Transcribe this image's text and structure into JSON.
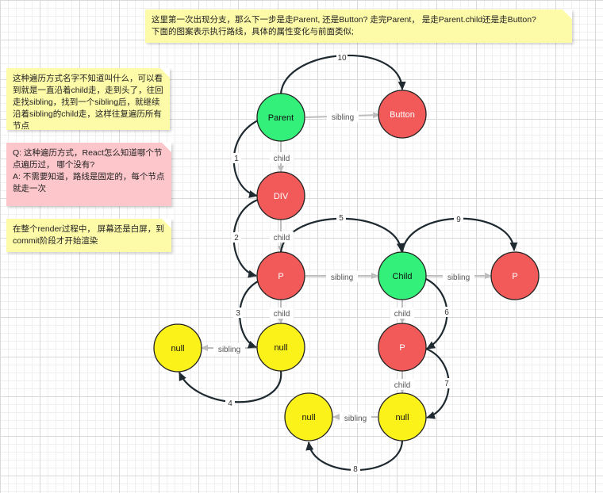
{
  "notes": {
    "top": "这里第一次出现分支，那么下一步是走Parent, 还是Button? 走完Parent， 是走Parent.child还是走Button?\n下面的图案表示执行路线，具体的属性变化与前面类似;",
    "traversal": "这种遍历方式名字不知道叫什么，可以看到就是一直沿着child走，走到头了，往回走找sibling，找到一个sibling后，就继续沿着sibling的child走，这样往复遍历所有节点",
    "question": "Q: 这种遍历方式，React怎么知道哪个节点遍历过， 哪个没有?\nA: 不需要知道，路线是固定的，每个节点就走一次",
    "render": "在整个render过程中， 屏幕还是白屏，到commit阶段才开始渲染"
  },
  "colors": {
    "green": "#33f07a",
    "red": "#f25a5a",
    "yellow": "#fbf21a",
    "note_yellow": "#fdfaa8",
    "note_pink": "#fcc6cb",
    "edge_gray": "#bdbdbd",
    "path_dark": "#1e2a30"
  },
  "nodes": {
    "parent": "Parent",
    "button": "Button",
    "div": "DIV",
    "p1": "P",
    "child": "Child",
    "p_right": "P",
    "null_left": "null",
    "null_mid": "null",
    "p_mid": "P",
    "null_bottom_left": "null",
    "null_bottom": "null"
  },
  "labels": {
    "child": "child",
    "sibling": "sibling"
  },
  "steps": [
    "1",
    "2",
    "3",
    "4",
    "5",
    "6",
    "7",
    "8",
    "9",
    "10"
  ]
}
